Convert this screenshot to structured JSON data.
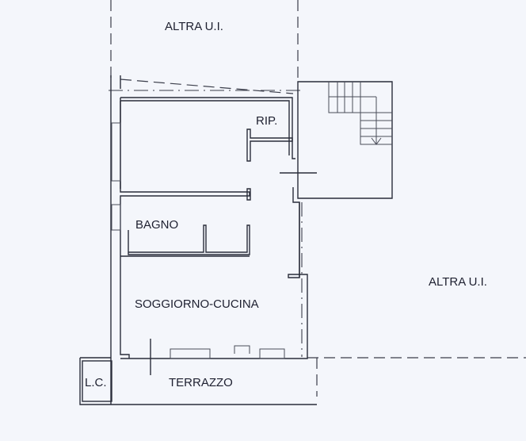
{
  "labels": {
    "top_neighbor": "ALTRA U.I.",
    "right_neighbor": "ALTRA U.I.",
    "storage": "RIP.",
    "bathroom": "BAGNO",
    "living_kitchen": "SOGGIORNO-CUCINA",
    "terrace": "TERRAZZO",
    "laundry": "L.C."
  },
  "colors": {
    "ink": "#2a2d3a",
    "paper": "#f4f6fb"
  }
}
